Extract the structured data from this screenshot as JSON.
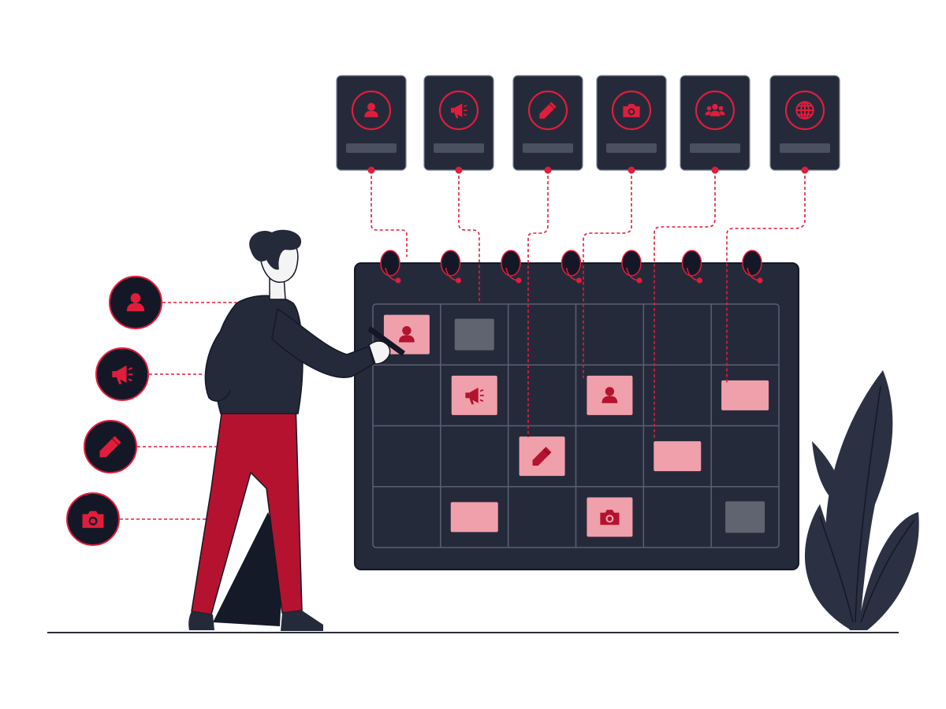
{
  "colors": {
    "background": "#ffffff",
    "dark": "#252a3a",
    "dark_outline": "#141826",
    "accent": "#e11d3c",
    "pants": "#b5122f",
    "tile_pink": "#f0a0aa",
    "tile_gray": "#5f6470",
    "ground": "#2a2e3a"
  },
  "top_cards": [
    {
      "icon": "person-icon"
    },
    {
      "icon": "megaphone-icon"
    },
    {
      "icon": "pencil-icon"
    },
    {
      "icon": "camera-icon"
    },
    {
      "icon": "group-icon"
    },
    {
      "icon": "globe-icon"
    }
  ],
  "side_icons": [
    {
      "icon": "person-icon"
    },
    {
      "icon": "megaphone-icon"
    },
    {
      "icon": "pencil-icon"
    },
    {
      "icon": "camera-icon"
    }
  ],
  "calendar": {
    "rows": 4,
    "cols": 6,
    "ring_count": 7,
    "scheduled_tiles": [
      {
        "row": 0,
        "col": 0,
        "style": "pink",
        "icon": "person-icon"
      },
      {
        "row": 0,
        "col": 1,
        "style": "gray",
        "icon": ""
      },
      {
        "row": 1,
        "col": 1,
        "style": "pink",
        "icon": "megaphone-icon"
      },
      {
        "row": 1,
        "col": 3,
        "style": "pink",
        "icon": "person-icon"
      },
      {
        "row": 1,
        "col": 5,
        "style": "pink",
        "icon": ""
      },
      {
        "row": 2,
        "col": 2,
        "style": "pink",
        "icon": "pencil-icon"
      },
      {
        "row": 2,
        "col": 4,
        "style": "pink",
        "icon": ""
      },
      {
        "row": 3,
        "col": 1,
        "style": "pink",
        "icon": ""
      },
      {
        "row": 3,
        "col": 3,
        "style": "pink",
        "icon": "camera-icon"
      },
      {
        "row": 3,
        "col": 5,
        "style": "gray",
        "icon": ""
      }
    ]
  }
}
